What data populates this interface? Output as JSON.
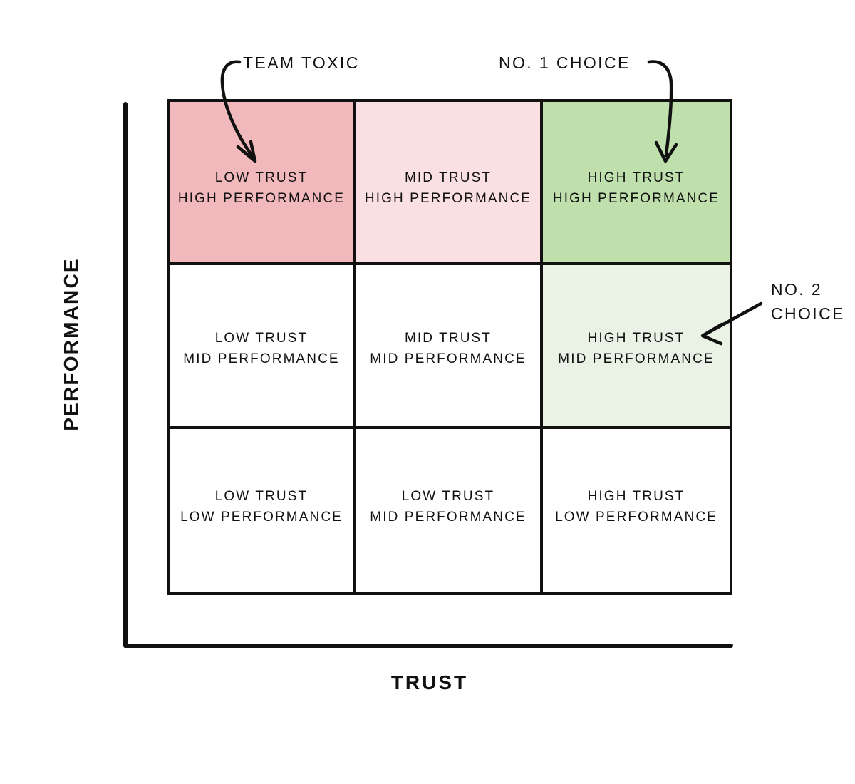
{
  "axes": {
    "y_label": "PERFORMANCE",
    "x_label": "TRUST"
  },
  "matrix": {
    "rows": [
      {
        "cells": [
          {
            "line1": "LOW TRUST",
            "line2": "HIGH PERFORMANCE",
            "fill": "#f2b9bd",
            "name": "cell-low-trust-high-performance"
          },
          {
            "line1": "MID TRUST",
            "line2": "HIGH PERFORMANCE",
            "fill": "#fae0e2",
            "name": "cell-mid-trust-high-performance"
          },
          {
            "line1": "HIGH TRUST",
            "line2": "HIGH PERFORMANCE",
            "fill": "#bfe0ad",
            "name": "cell-high-trust-high-performance"
          }
        ]
      },
      {
        "cells": [
          {
            "line1": "LOW TRUST",
            "line2": "MID PERFORMANCE",
            "fill": "#ffffff",
            "name": "cell-low-trust-mid-performance"
          },
          {
            "line1": "MID TRUST",
            "line2": "MID PERFORMANCE",
            "fill": "#ffffff",
            "name": "cell-mid-trust-mid-performance"
          },
          {
            "line1": "HIGH TRUST",
            "line2": "MID PERFORMANCE",
            "fill": "#e9f2e4",
            "name": "cell-high-trust-mid-performance"
          }
        ]
      },
      {
        "cells": [
          {
            "line1": "LOW TRUST",
            "line2": "LOW PERFORMANCE",
            "fill": "#ffffff",
            "name": "cell-low-trust-low-performance"
          },
          {
            "line1": "LOW TRUST",
            "line2": "MID PERFORMANCE",
            "fill": "#ffffff",
            "name": "cell-low-trust-mid-performance-bottom"
          },
          {
            "line1": "HIGH TRUST",
            "line2": "LOW PERFORMANCE",
            "fill": "#ffffff",
            "name": "cell-high-trust-low-performance"
          }
        ]
      }
    ]
  },
  "callouts": {
    "team_toxic": "TEAM TOXIC",
    "no_1_choice": "NO. 1 CHOICE",
    "no_2_choice_line1": "NO. 2",
    "no_2_choice_line2": "CHOICE"
  },
  "chart_data": {
    "type": "table",
    "title": "Trust vs Performance Matrix",
    "xlabel": "TRUST",
    "ylabel": "PERFORMANCE",
    "x_categories": [
      "LOW TRUST",
      "MID TRUST",
      "HIGH TRUST"
    ],
    "y_categories": [
      "HIGH PERFORMANCE",
      "MID PERFORMANCE",
      "LOW PERFORMANCE"
    ],
    "grid": true,
    "legend": "none",
    "cells": [
      {
        "row": "HIGH PERFORMANCE",
        "col": "LOW TRUST",
        "label": "LOW TRUST HIGH PERFORMANCE",
        "fill": "#f2b9bd",
        "annotation": "TEAM TOXIC"
      },
      {
        "row": "HIGH PERFORMANCE",
        "col": "MID TRUST",
        "label": "MID TRUST HIGH PERFORMANCE",
        "fill": "#fae0e2",
        "annotation": ""
      },
      {
        "row": "HIGH PERFORMANCE",
        "col": "HIGH TRUST",
        "label": "HIGH TRUST HIGH PERFORMANCE",
        "fill": "#bfe0ad",
        "annotation": "NO. 1 CHOICE"
      },
      {
        "row": "MID PERFORMANCE",
        "col": "LOW TRUST",
        "label": "LOW TRUST MID PERFORMANCE",
        "fill": "#ffffff",
        "annotation": ""
      },
      {
        "row": "MID PERFORMANCE",
        "col": "MID TRUST",
        "label": "MID TRUST MID PERFORMANCE",
        "fill": "#ffffff",
        "annotation": ""
      },
      {
        "row": "MID PERFORMANCE",
        "col": "HIGH TRUST",
        "label": "HIGH TRUST MID PERFORMANCE",
        "fill": "#e9f2e4",
        "annotation": "NO. 2 CHOICE"
      },
      {
        "row": "LOW PERFORMANCE",
        "col": "LOW TRUST",
        "label": "LOW TRUST LOW PERFORMANCE",
        "fill": "#ffffff",
        "annotation": ""
      },
      {
        "row": "LOW PERFORMANCE",
        "col": "MID TRUST",
        "label": "LOW TRUST MID PERFORMANCE",
        "fill": "#ffffff",
        "annotation": ""
      },
      {
        "row": "LOW PERFORMANCE",
        "col": "HIGH TRUST",
        "label": "HIGH TRUST LOW PERFORMANCE",
        "fill": "#ffffff",
        "annotation": ""
      }
    ]
  }
}
